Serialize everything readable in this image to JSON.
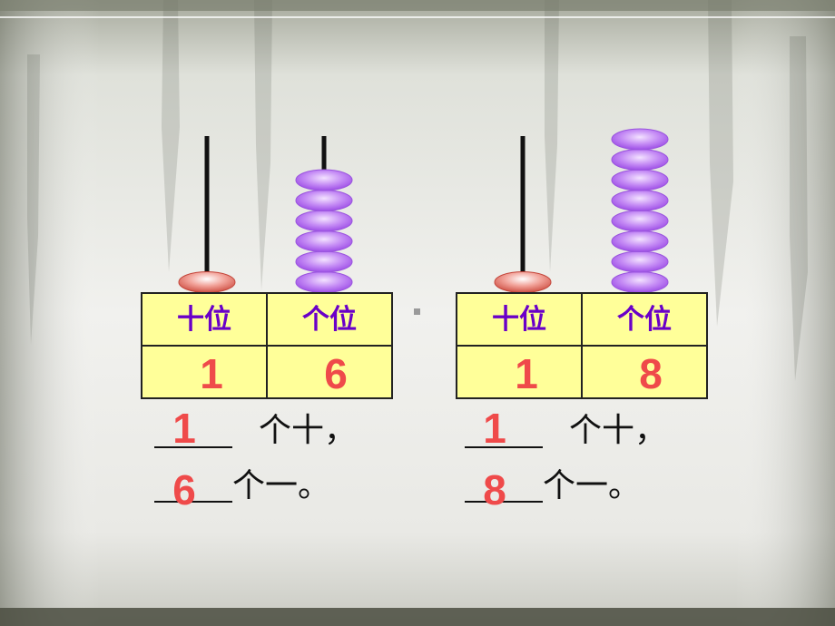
{
  "colors": {
    "table_fill": "#ffff99",
    "table_border": "#222222",
    "header_text": "#6a00c8",
    "digit_text": "#ef4a4a",
    "phrase_text": "#111111",
    "bead_ones": "#c58cf5",
    "bead_tens": "#e88078",
    "rod": "#111111"
  },
  "abacus": [
    {
      "tens_beads": 1,
      "ones_beads": 6,
      "table": {
        "header_tens": "十位",
        "header_ones": "个位",
        "digit_tens": "1",
        "digit_ones": "6"
      },
      "sentence": {
        "blank1": "1",
        "text1": "个十，",
        "blank2": "6",
        "text2": "个一。"
      }
    },
    {
      "tens_beads": 1,
      "ones_beads": 8,
      "table": {
        "header_tens": "十位",
        "header_ones": "个位",
        "digit_tens": "1",
        "digit_ones": "8"
      },
      "sentence": {
        "blank1": "1",
        "text1": "个十，",
        "blank2": "8",
        "text2": "个一。"
      }
    }
  ]
}
